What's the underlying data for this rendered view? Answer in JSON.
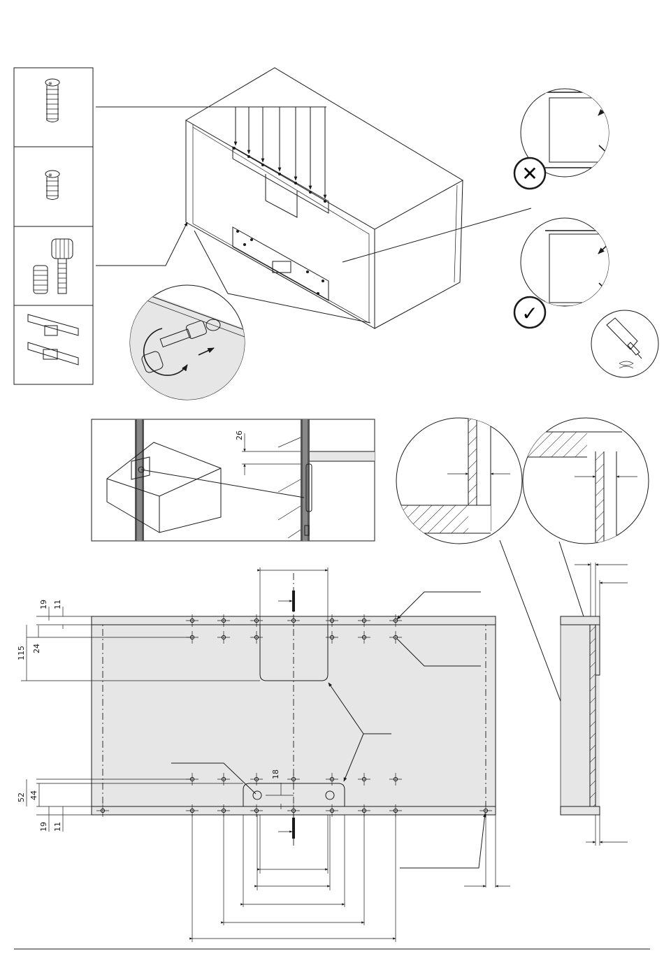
{
  "dimensions": {
    "d26": "26",
    "d19_top": "19",
    "d11_top": "11",
    "d24": "24",
    "d115": "115",
    "d18": "18",
    "d52": "52",
    "d44": "44",
    "d19_bottom": "19",
    "d11_bottom": "11"
  },
  "status": {
    "wrong": "✕",
    "correct": "✓"
  }
}
